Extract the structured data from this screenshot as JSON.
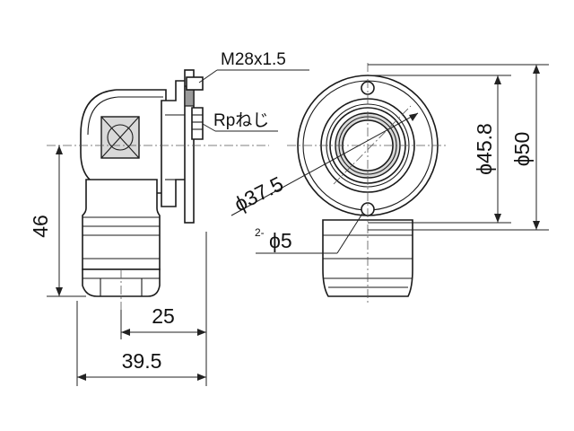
{
  "drawing": {
    "thread_spec": "M28x1.5",
    "thread_type": "Rpねじ",
    "dim_height": "46",
    "dim_offset": "25",
    "dim_width": "39.5",
    "dim_pcd": "ϕ37.5",
    "hole_count": "2-",
    "hole_dia": "ϕ5",
    "dim_flange_inner": "ϕ45.8",
    "dim_flange_outer": "ϕ50"
  },
  "colors": {
    "line": "#1a1a1a",
    "shade": "#d9d9d9",
    "background": "#ffffff"
  }
}
